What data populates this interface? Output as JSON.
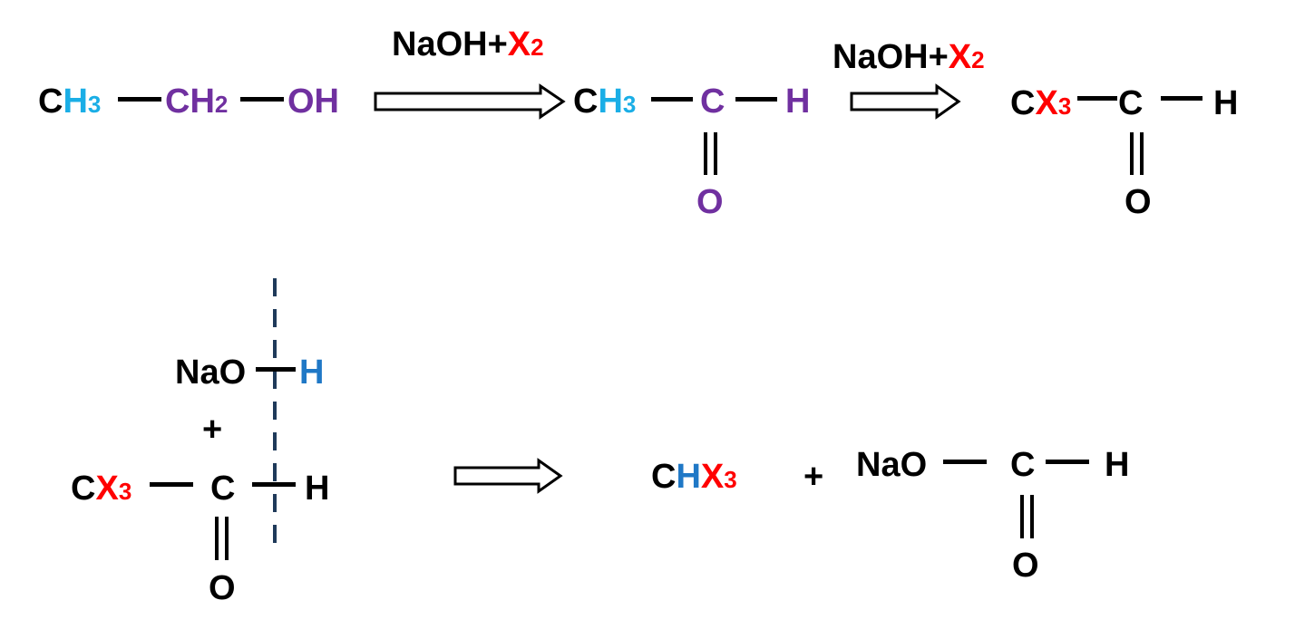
{
  "colors": {
    "black": "#000000",
    "cyan": "#1aaee6",
    "purple": "#7030a0",
    "red": "#ff0000",
    "blue": "#1f78c6",
    "dash": "#1f3a5a"
  },
  "reagent": {
    "main": "NaOH+",
    "x": "X",
    "sub": "2"
  },
  "ethanol": {
    "c1": "C",
    "h3": "H",
    "h3sub": "3",
    "ch2": "CH",
    "ch2sub": "2",
    "oh": "OH"
  },
  "acetaldehyde": {
    "c1": "C",
    "h3": "H",
    "h3sub": "3",
    "c2": "C",
    "h": "H",
    "o": "O"
  },
  "chloral": {
    "c1": "C",
    "x": "X",
    "xsub": "3",
    "c2": "C",
    "h": "H",
    "o": "O"
  },
  "mechanism": {
    "nao": "NaO",
    "h": "H",
    "plus": "+",
    "c1": "C",
    "x": "X",
    "xsub": "3",
    "c2": "C",
    "h2": "H",
    "o": "O"
  },
  "products": {
    "chx_c": "C",
    "chx_h": "H",
    "chx_x": "X",
    "chx_sub": "3",
    "plus": "+",
    "nao": "NaO",
    "c": "C",
    "h": "H",
    "o": "O"
  }
}
